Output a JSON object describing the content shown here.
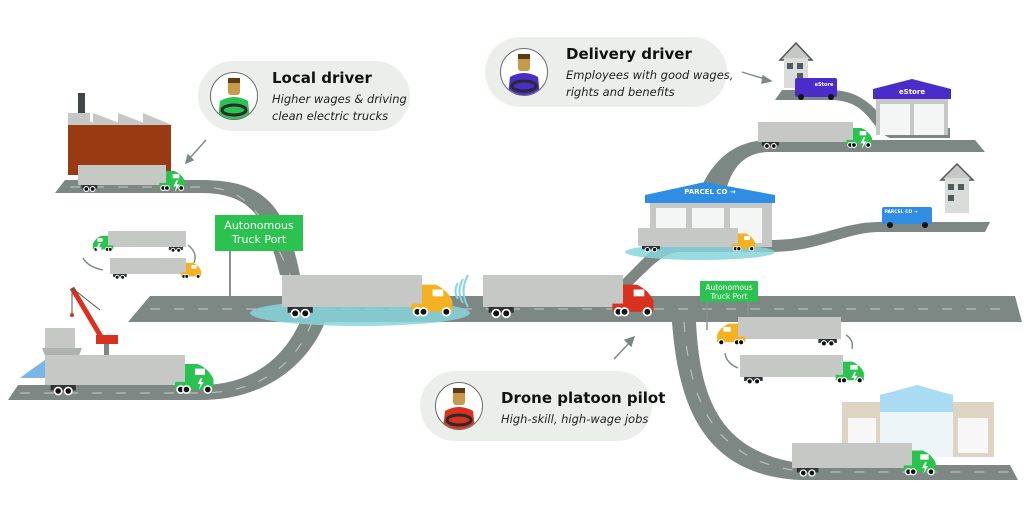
{
  "title": "Autonomous trucking jobs illustration",
  "colors": {
    "road": "#7d8784",
    "road_dash": "#b9c0bd",
    "trailer": "#c6c8c6",
    "electric_truck": "#2cc24f",
    "autonomous_truck": "#f4b223",
    "pilot_truck": "#d9311f",
    "bubble_bg": "#eceeec",
    "sign_bg": "#2cc24f",
    "estore": "#4a2cc9",
    "parcel": "#2f8de4",
    "factory": "#9a3a12",
    "crane": "#d9311f",
    "platoon_halo": "#86d5dc"
  },
  "callouts": [
    {
      "id": "local",
      "title": "Local driver",
      "lines": [
        "Higher wages & driving",
        "clean electric trucks"
      ],
      "shirt_color": "#2cc24f"
    },
    {
      "id": "delivery",
      "title": "Delivery driver",
      "lines": [
        "Employees with good wages,",
        "rights and benefits"
      ],
      "shirt_color": "#4a2cc9"
    },
    {
      "id": "pilot",
      "title": "Drone platoon pilot",
      "lines": [
        "High-skill, high-wage jobs"
      ],
      "shirt_color": "#d9311f"
    }
  ],
  "signs": {
    "left": [
      "Autonomous",
      "Truck Port"
    ],
    "right": [
      "Autonomous",
      "Truck Port"
    ]
  },
  "buildings": {
    "estore_label": "eStore",
    "estore_van_label": "eStore",
    "parcel_label": "PARCEL CO →",
    "parcel_van_label": "PARCEL CO →"
  },
  "icons": [
    "steering-wheel-icon",
    "wireless-signal-icon",
    "lightning-bolt-icon",
    "arrow-icon"
  ]
}
